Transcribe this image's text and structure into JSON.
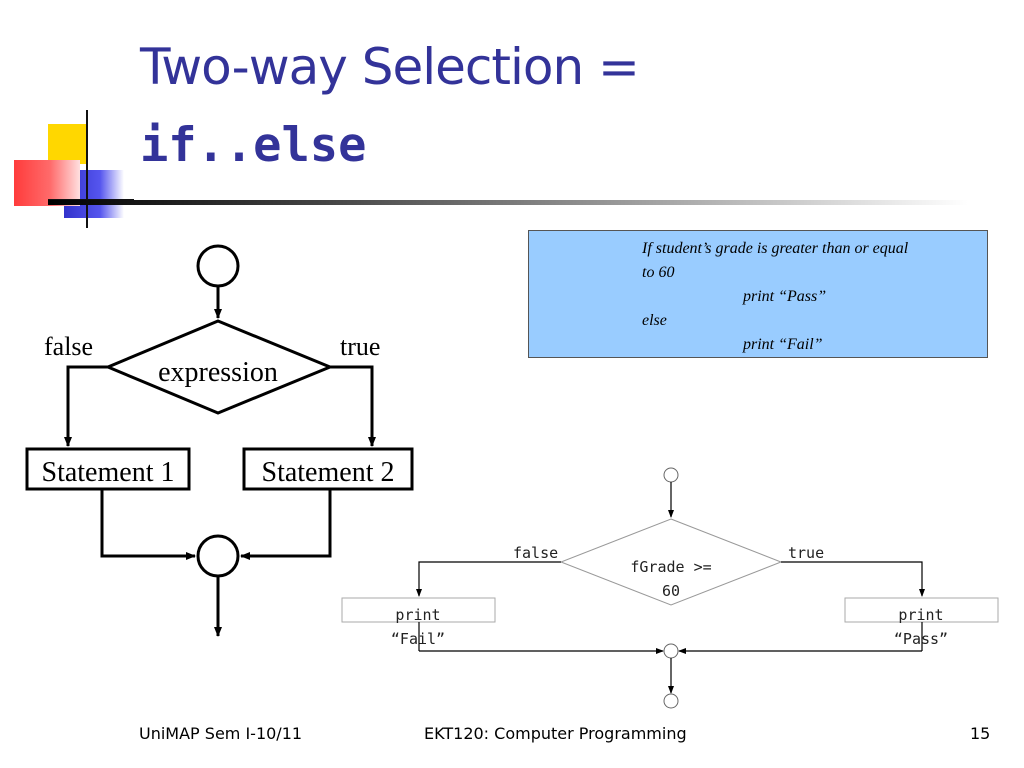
{
  "slide": {
    "title_line1": "Two-way Selection =",
    "title_line2": "if..else",
    "accent_color": "#333399"
  },
  "pseudocode": {
    "line1": "If student’s grade is greater than or equal",
    "line2": "to 60",
    "line3": "print “Pass”",
    "line4": "else",
    "line5": "print “Fail”",
    "background": "#99ccff"
  },
  "flowchart_generic": {
    "false_label": "false",
    "true_label": "true",
    "condition": "expression",
    "statement1": "Statement 1",
    "statement2": "Statement 2"
  },
  "flowchart_example": {
    "false_label": "false",
    "true_label": "true",
    "condition_line1": "fGrade >=",
    "condition_line2": "60",
    "left_line1": "print",
    "left_line2": "“Fail”",
    "right_line1": "print",
    "right_line2": "“Pass”"
  },
  "footer": {
    "left": "UniMAP Sem I-10/11",
    "center": "EKT120: Computer Programming",
    "page": "15"
  }
}
